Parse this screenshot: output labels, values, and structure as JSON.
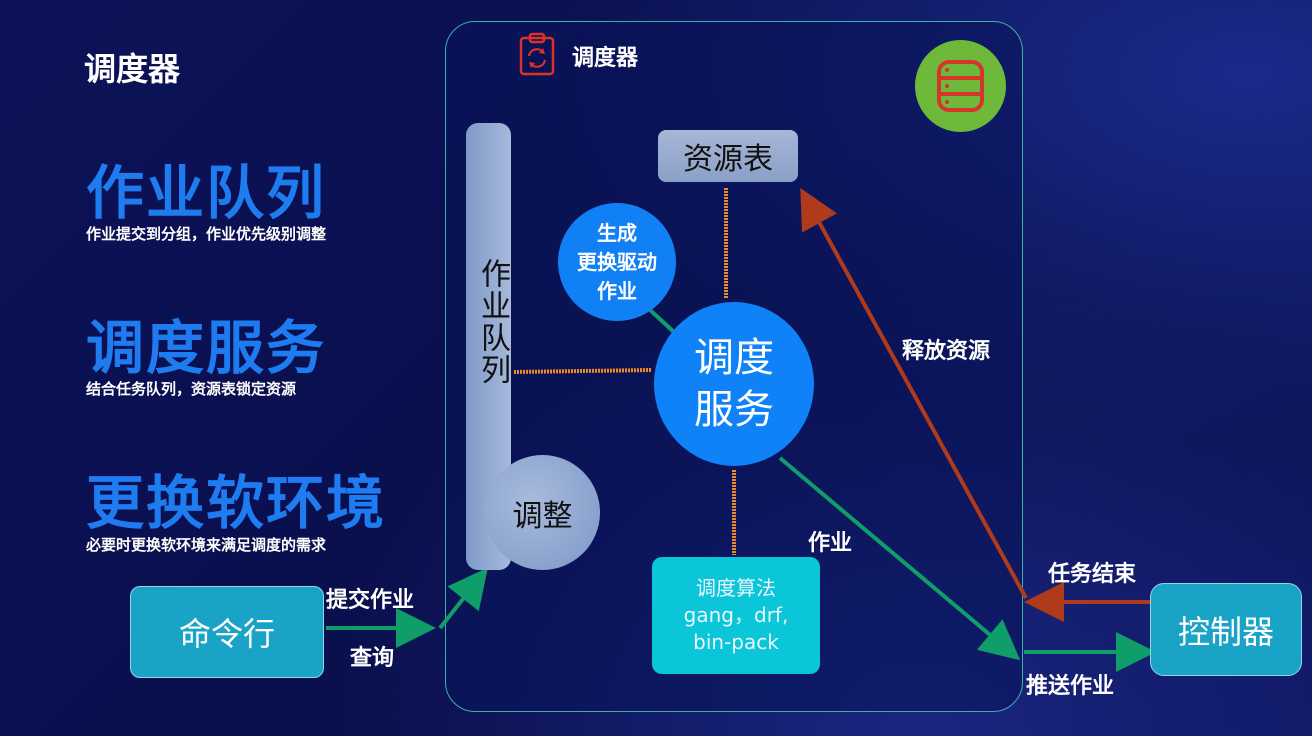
{
  "page": {
    "title": "调度器"
  },
  "sections": [
    {
      "heading": "作业队列",
      "desc": "作业提交到分组，作业优先级别调整"
    },
    {
      "heading": "调度服务",
      "desc": "结合任务队列，资源表锁定资源"
    },
    {
      "heading": "更换软环境",
      "desc": "必要时更换软环境来满足调度的需求"
    }
  ],
  "diagram": {
    "panel_title": "调度器",
    "job_queue": "作业队列",
    "adjust": "调整",
    "resource_table": "资源表",
    "gen_driver": {
      "line1": "生成",
      "line2": "更换驱动",
      "line3": "作业"
    },
    "sched_service": {
      "line1": "调度",
      "line2": "服务"
    },
    "algo": {
      "line1": "调度算法",
      "line2": "gang，drf,",
      "line3": "bin-pack"
    },
    "command_line": "命令行",
    "controller": "控制器",
    "labels": {
      "submit_job": "提交作业",
      "query": "查询",
      "release_resource": "释放资源",
      "job": "作业",
      "task_end": "任务结束",
      "push_job": "推送作业"
    },
    "icons": [
      "clipboard-sync-icon",
      "database-icon"
    ],
    "colors": {
      "accent_blue": "#1e7cf0",
      "orange_line": "#f08a24",
      "green_arrow": "#0f9d6a",
      "red_arrow": "#b03a1c",
      "db_bg": "#6fb93a"
    }
  }
}
